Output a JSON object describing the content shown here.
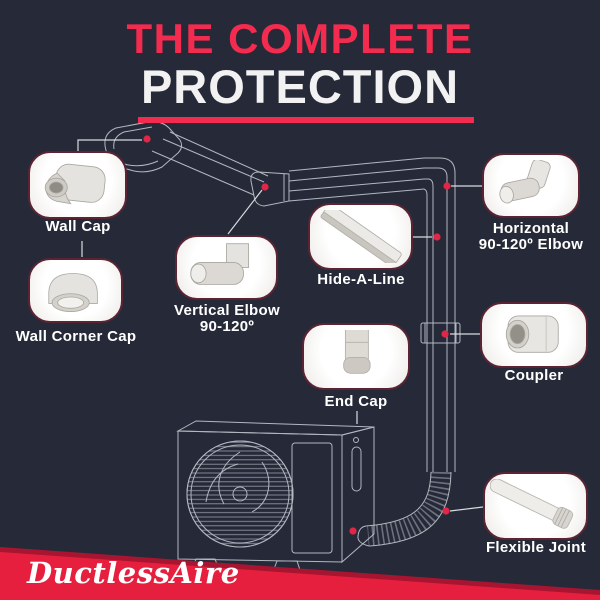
{
  "title": {
    "line1": "THE COMPLETE",
    "line2": "PROTECTION"
  },
  "brand": "DuctlessAire",
  "callouts": {
    "wall_cap": {
      "label": "Wall Cap"
    },
    "wall_corner_cap": {
      "label": "Wall Corner Cap"
    },
    "vertical_elbow": {
      "label_line1": "Vertical Elbow",
      "label_line2": "90-120º"
    },
    "hide_a_line": {
      "label": "Hide-A-Line"
    },
    "end_cap": {
      "label": "End Cap"
    },
    "horizontal_elbow": {
      "label_line1": "Horizontal",
      "label_line2": "90-120º Elbow"
    },
    "coupler": {
      "label": "Coupler"
    },
    "flexible_joint": {
      "label": "Flexible Joint"
    }
  },
  "colors": {
    "background": "#262a38",
    "title_accent": "#f32b4e",
    "title_secondary": "#f2f2f2",
    "bottom_band": "#e71f3f",
    "bubble_border": "#5c2433",
    "diagram_line": "#c6cbd4",
    "marker_dot": "#e22648"
  }
}
